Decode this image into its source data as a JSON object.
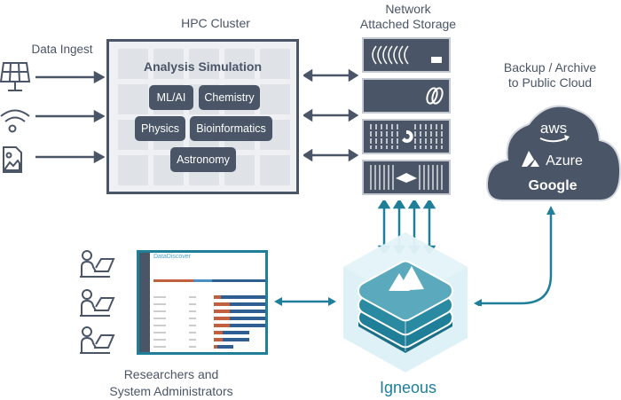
{
  "hpc": {
    "title": "HPC Cluster",
    "subtitle": "Analysis Simulation",
    "workloads": [
      "ML/AI",
      "Chemistry",
      "Physics",
      "Bioinformatics",
      "Astronomy"
    ]
  },
  "ingest": {
    "title": "Data Ingest",
    "sources": [
      "solar-panel-icon",
      "wireless-signal-icon",
      "image-file-icon"
    ]
  },
  "nas": {
    "title_line1": "Network",
    "title_line2": "Attached Storage",
    "units": [
      "storage-vendor-1",
      "storage-vendor-2",
      "storage-vendor-3",
      "storage-vendor-4"
    ]
  },
  "cloud": {
    "title_line1": "Backup / Archive",
    "title_line2": "to Public Cloud",
    "providers": [
      "aws",
      "Azure",
      "Google"
    ]
  },
  "users": {
    "title_line1": "Researchers and",
    "title_line2": "System Administrators",
    "dashboard_title": "DataDiscover"
  },
  "igneous": {
    "title": "Igneous"
  },
  "colors": {
    "slate": "#4a5567",
    "teal": "#1f7f98",
    "bar_orange": "#c0603f",
    "bar_blue": "#2f5f92"
  }
}
